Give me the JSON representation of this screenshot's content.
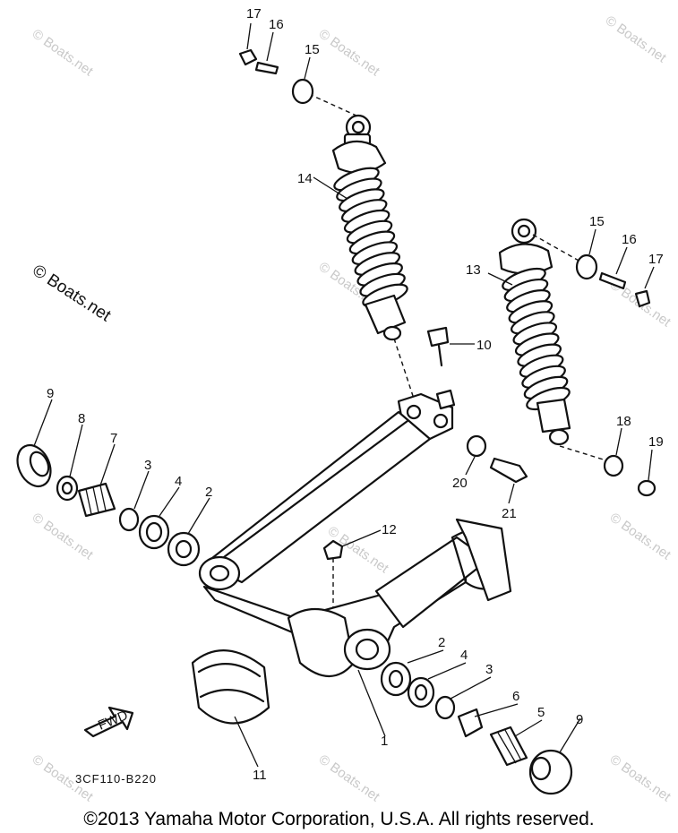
{
  "watermark": {
    "text": "© Boats.net"
  },
  "diagram_code": "3CF110-B220",
  "fwd_label": "FWD",
  "copyright": "©2013 Yamaha Motor Corporation, U.S.A. All rights reserved.",
  "callouts": {
    "c1": "1",
    "c2a": "2",
    "c2b": "2",
    "c3a": "3",
    "c3b": "3",
    "c4a": "4",
    "c4b": "4",
    "c5": "5",
    "c6": "6",
    "c7": "7",
    "c8": "8",
    "c9a": "9",
    "c9b": "9",
    "c10": "10",
    "c11": "11",
    "c12": "12",
    "c13": "13",
    "c14": "14",
    "c15a": "15",
    "c15b": "15",
    "c16a": "16",
    "c16b": "16",
    "c17a": "17",
    "c17b": "17",
    "c18": "18",
    "c19": "19",
    "c20": "20",
    "c21": "21"
  }
}
